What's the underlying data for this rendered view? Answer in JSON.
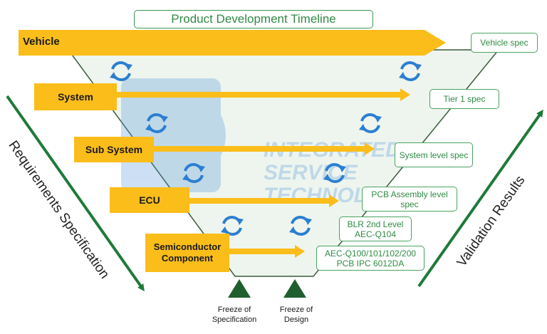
{
  "title": "Product Development Timeline",
  "levels": [
    {
      "label": "Vehicle"
    },
    {
      "label": "System"
    },
    {
      "label": "Sub System"
    },
    {
      "label": "ECU"
    },
    {
      "label": "Semiconductor Component"
    }
  ],
  "specs": [
    {
      "text": "Vehicle spec"
    },
    {
      "text": "Tier 1 spec"
    },
    {
      "text": "System level spec"
    },
    {
      "text": "PCB Assembly level spec"
    },
    {
      "text": "BLR 2nd Level AEC-Q104"
    },
    {
      "text": "AEC-Q100/101/102/200 PCB IPC 6012DA"
    }
  ],
  "left_axis": "Requirements Specification",
  "right_axis": "Validation Results",
  "freezes": [
    {
      "text": "Freeze of Specification"
    },
    {
      "text": "Freeze of Design"
    }
  ],
  "watermark": "INTEGRATED SERVICE TECHNOLOGY",
  "colors": {
    "accent": "#fbbd1a",
    "green": "#1f7a3a",
    "cycle": "#2b7fd0",
    "funnel": "#eef5ee"
  },
  "icons": [
    "cycle-arrows-icon",
    "freeze-triangle-icon"
  ]
}
